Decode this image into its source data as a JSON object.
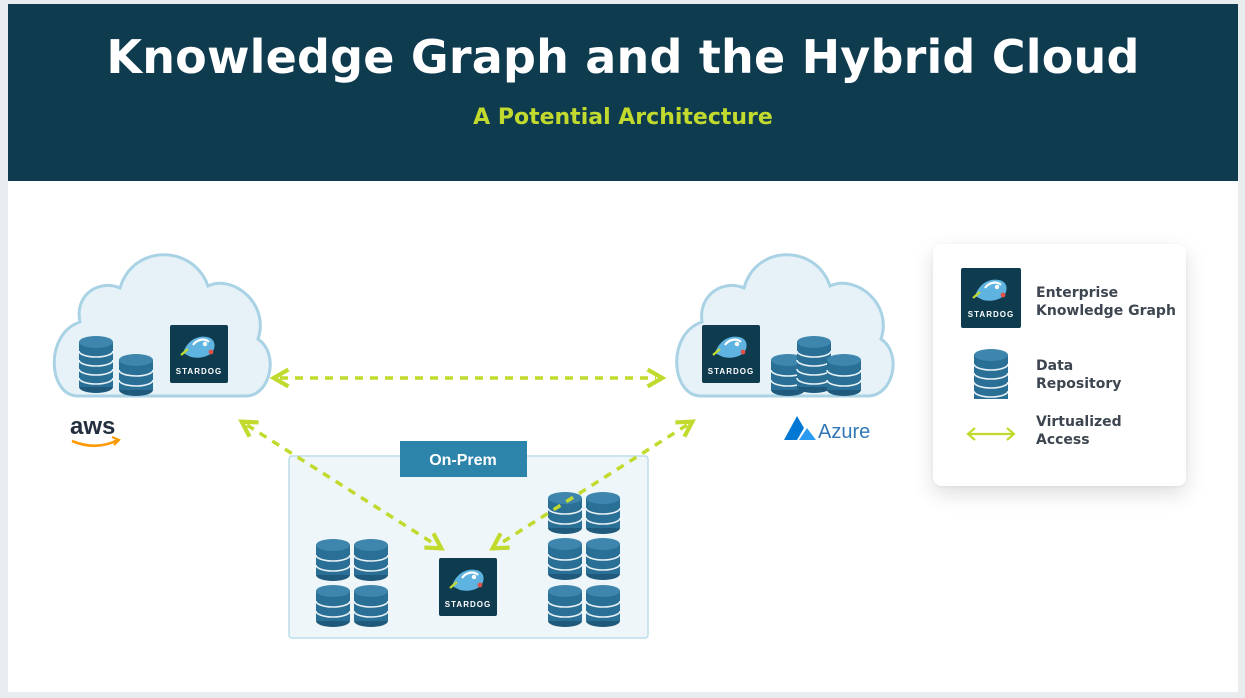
{
  "header": {
    "title": "Knowledge Graph and the Hybrid Cloud",
    "subtitle": "A Potential Architecture"
  },
  "clouds": {
    "aws": {
      "label": "aws"
    },
    "azure": {
      "label": "Azure"
    }
  },
  "onprem": {
    "label": "On-Prem"
  },
  "stardog": {
    "badge_text": "STARDOG"
  },
  "legend": {
    "items": [
      {
        "line1": "Enterprise",
        "line2": "Knowledge Graph",
        "icon": "stardog-logo-icon"
      },
      {
        "line1": "Data",
        "line2": "Repository",
        "icon": "database-icon"
      },
      {
        "line1": "Virtualized",
        "line2": "Access",
        "icon": "double-arrow-icon"
      }
    ]
  },
  "colors": {
    "header_bg": "#0f3b4f",
    "accent_green": "#c1da2d",
    "database_blue": "#2a6f96",
    "onprem_tab": "#2c84aa"
  }
}
